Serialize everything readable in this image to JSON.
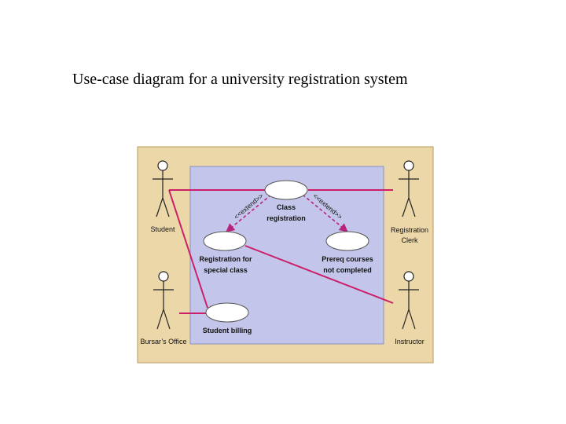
{
  "title": "Use-case diagram for a university registration system",
  "actors": {
    "student": "Student",
    "registration_clerk": [
      "Registration",
      "Clerk"
    ],
    "bursars_office": "Bursar’s Office",
    "instructor": "Instructor"
  },
  "use_cases": {
    "class_registration": [
      "Class",
      "registration"
    ],
    "registration_special": [
      "Registration for",
      "special class"
    ],
    "prereq": [
      "Prereq courses",
      "not completed"
    ],
    "student_billing": "Student billing"
  },
  "relations": {
    "extend_left": "<<extend>>",
    "extend_right": "<<extend>>"
  },
  "colors": {
    "outer_bg": "#ecd7a8",
    "system_bg": "#c3c6ea",
    "association": "#cc1f6a",
    "extend": "#b8237c"
  }
}
